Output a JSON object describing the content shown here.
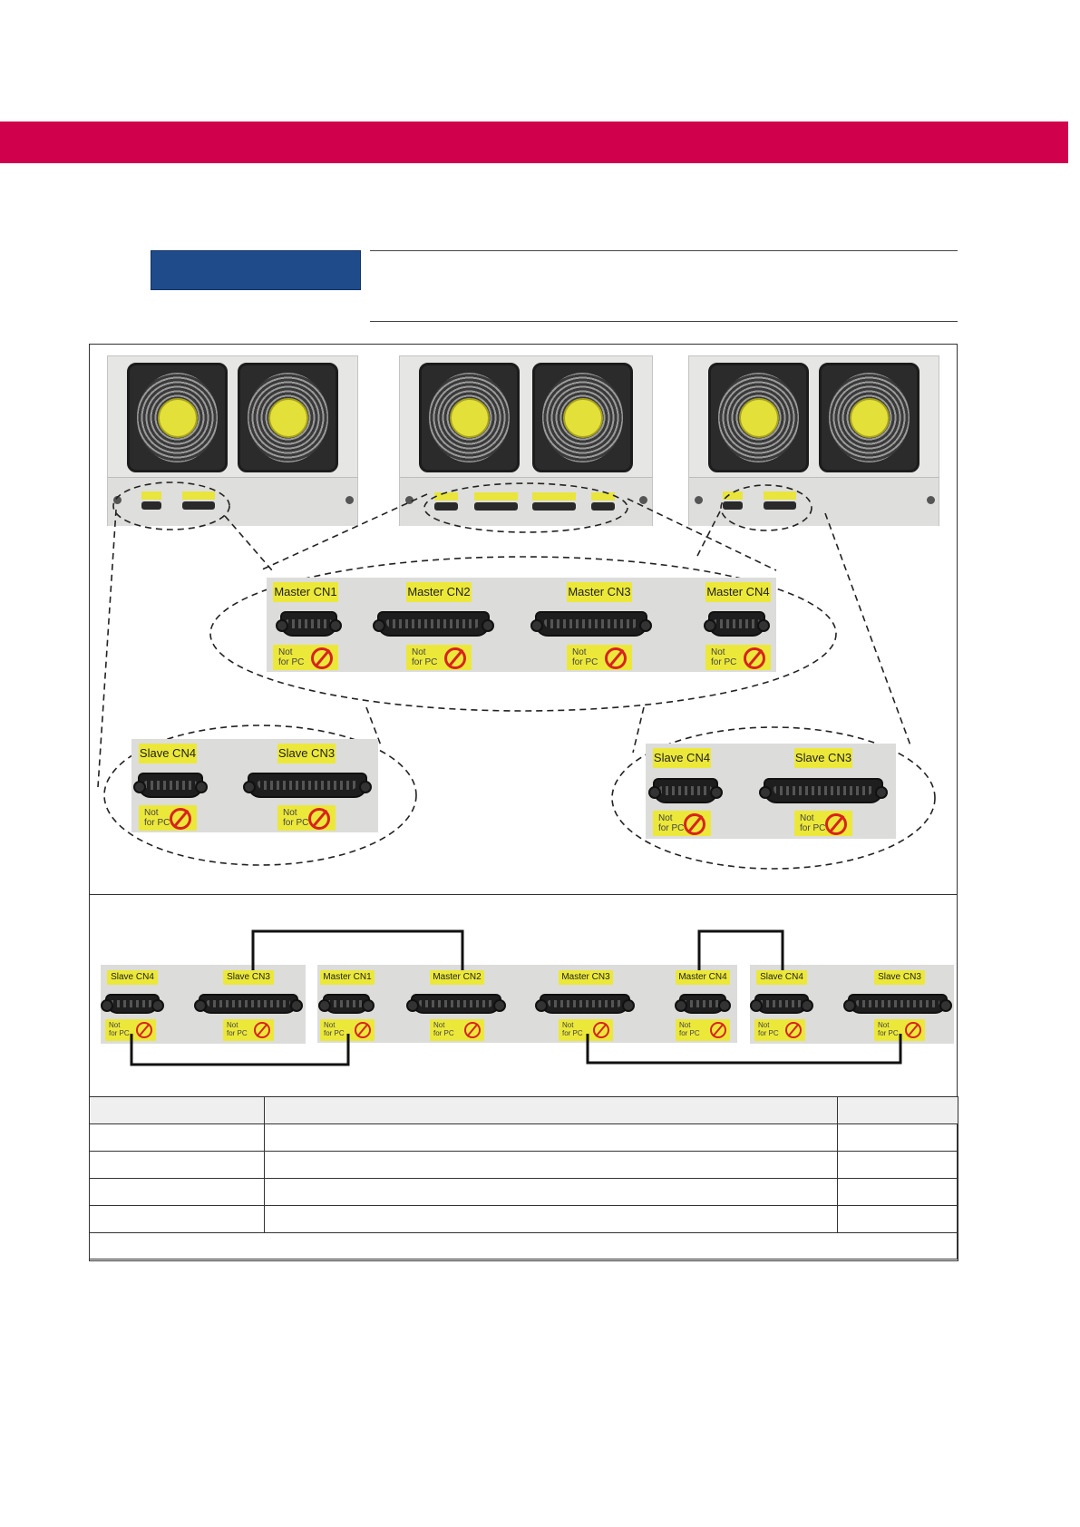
{
  "panels": {
    "master": {
      "cn1": "Master CN1",
      "cn2": "Master CN2",
      "cn3": "Master CN3",
      "cn4": "Master CN4"
    },
    "slave": {
      "cn4": "Slave CN4",
      "cn3": "Slave CN3"
    },
    "warning_text": "Not\nfor PC"
  },
  "icons": {
    "not_for_pc": "no-pc-prohibition-icon",
    "dsub_connector": "dsub-connector-icon",
    "fan": "cooling-fan-icon"
  },
  "colors": {
    "header_band": "#d0004c",
    "note_box": "#1f4b8a",
    "label_yellow": "#ece83a",
    "prohibition_red": "#d8231f"
  }
}
